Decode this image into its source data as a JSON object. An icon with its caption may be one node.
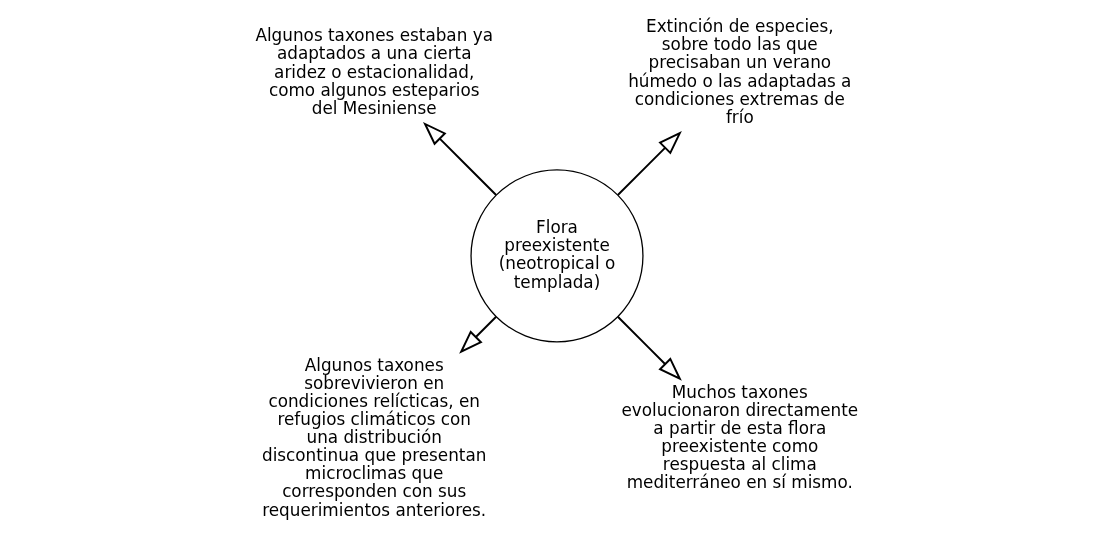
{
  "diagram": {
    "nodes": [
      {
        "text": [
          "Extinción de especies, sobre todo las que precisaban un verano húmedo o las adaptadas a condiciones extremas de frío"
        ]
      },
      {
        "text": [
          "Algunos taxones estaban ya adaptados a una cierta aridez o estacionalidad, como algunos esteparios del Mesiniense"
        ]
      },
      {
        "text": [
          "Flora preexistente (neotropical o templada)"
        ]
      },
      {
        "text": [
          "Algunos taxones sobrevivieron en condiciones relícticas, en refugios climáticos con una distribución discontinua que presentan microclimas que corresponden con sus requerimientos anteriores."
        ]
      },
      {
        "text": [
          "Muchos taxones evolucionaron directamente a partir de esta flora preexistente como respuesta al clima mediterráneo en sí mismo."
        ]
      }
    ],
    "edges": [
      {
        "from": 2,
        "to": 0,
        "arrow": "to"
      },
      {
        "from": 2,
        "to": 1,
        "arrow": "to"
      },
      {
        "from": 2,
        "to": 3,
        "arrow": "to"
      },
      {
        "from": 2,
        "to": 4,
        "arrow": "to"
      }
    ]
  }
}
